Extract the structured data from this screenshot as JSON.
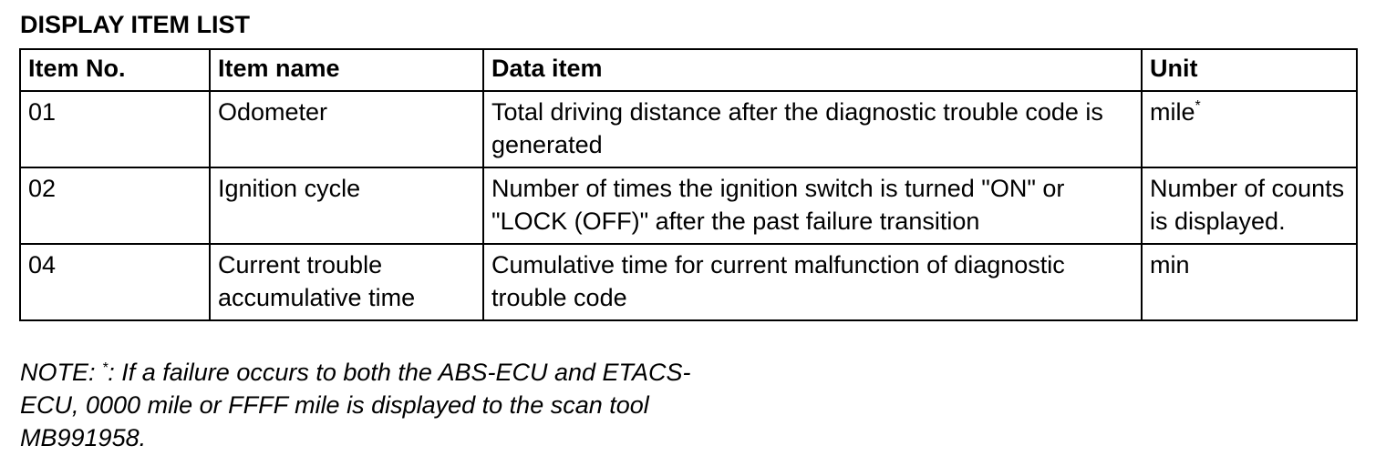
{
  "heading": "DISPLAY ITEM LIST",
  "table": {
    "headers": [
      "Item No.",
      "Item name",
      "Data item",
      "Unit"
    ],
    "rows": [
      {
        "item_no": "01",
        "item_name": "Odometer",
        "data_item": "Total driving distance after the diagnostic trouble code is generated",
        "unit": "mile",
        "unit_mark": "*"
      },
      {
        "item_no": "02",
        "item_name": "Ignition cycle",
        "data_item": "Number of times the ignition switch is turned \"ON\" or \"LOCK (OFF)\" after the past failure transition",
        "unit": "Number of counts is displayed."
      },
      {
        "item_no": "04",
        "item_name": "Current trouble accumulative time",
        "data_item": "Cumulative time for current malfunction of diagnostic trouble code",
        "unit": "min"
      }
    ]
  },
  "note": {
    "prefix": "NOTE: ",
    "mark": "*",
    "text": ": If a failure occurs to both the ABS-ECU and ETACS-ECU, 0000 mile or FFFF mile is displayed to the scan tool MB991958."
  }
}
